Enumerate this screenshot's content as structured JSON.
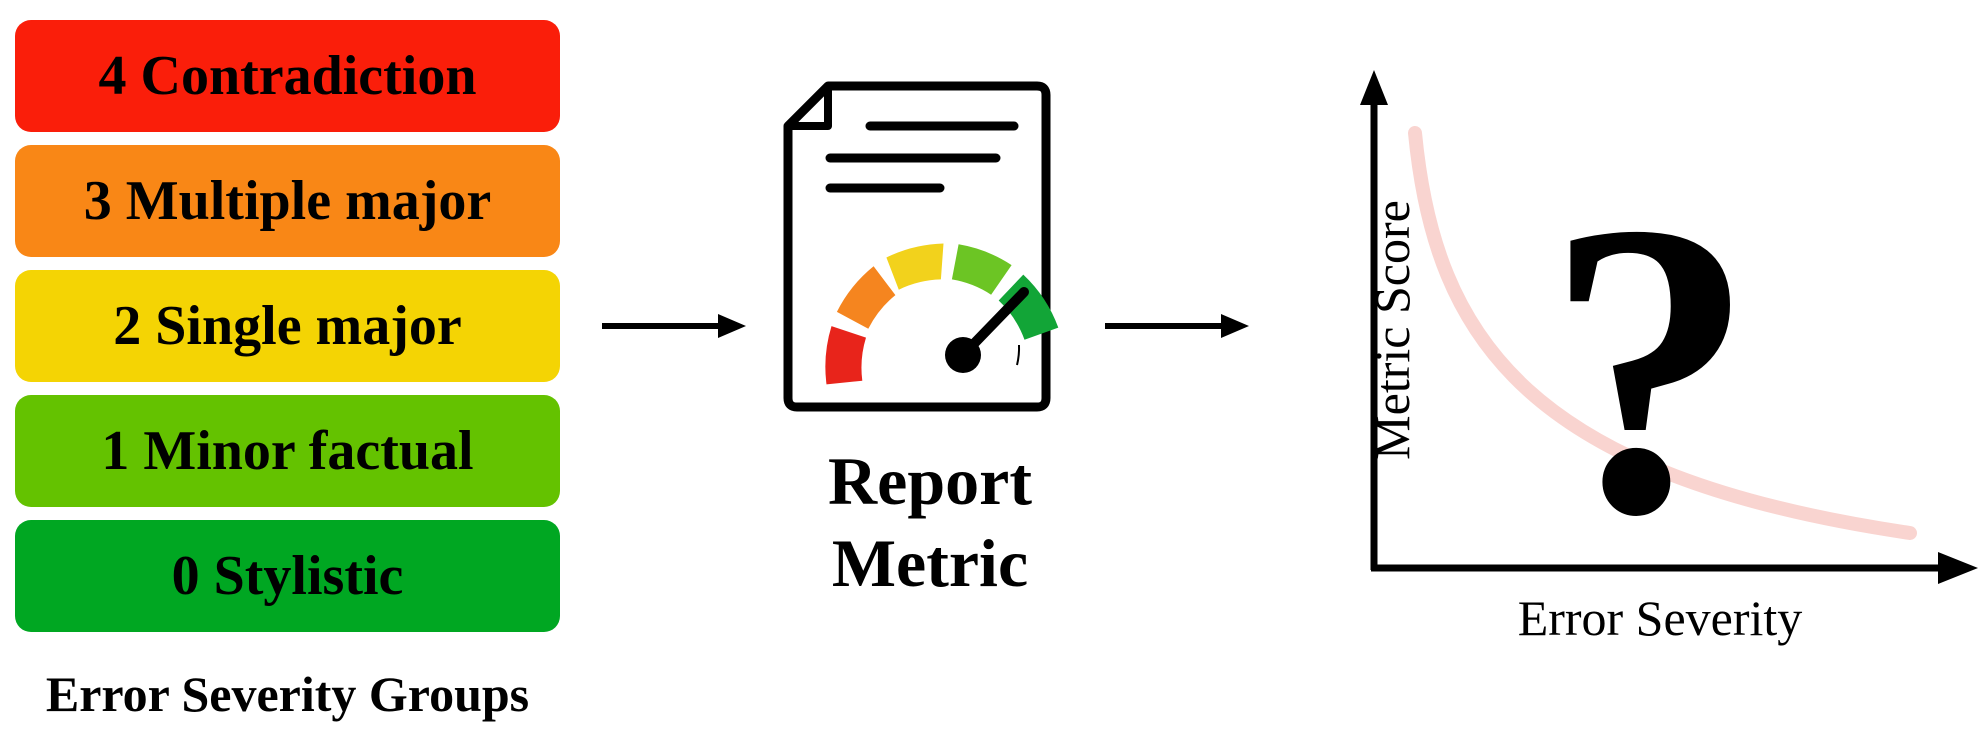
{
  "groups": [
    {
      "label": "4 Contradiction",
      "color": "#fa1e0a"
    },
    {
      "label": "3 Multiple major",
      "color": "#f98716"
    },
    {
      "label": "2 Single major",
      "color": "#f4d404"
    },
    {
      "label": "1 Minor factual",
      "color": "#64c200"
    },
    {
      "label": "0 Stylistic",
      "color": "#00a722"
    }
  ],
  "groups_caption": "Error Severity Groups",
  "metric": {
    "line1": "Report",
    "line2": "Metric"
  },
  "plot": {
    "y_label": "Metric Score",
    "x_label": "Error Severity",
    "question_mark": "?"
  },
  "colors": {
    "curve": "#f9d4d0",
    "gauge_red": "#e8241b",
    "gauge_orange": "#f5851f",
    "gauge_yellow": "#f2d21c",
    "gauge_lightgreen": "#6cc524",
    "gauge_green": "#12a537"
  }
}
